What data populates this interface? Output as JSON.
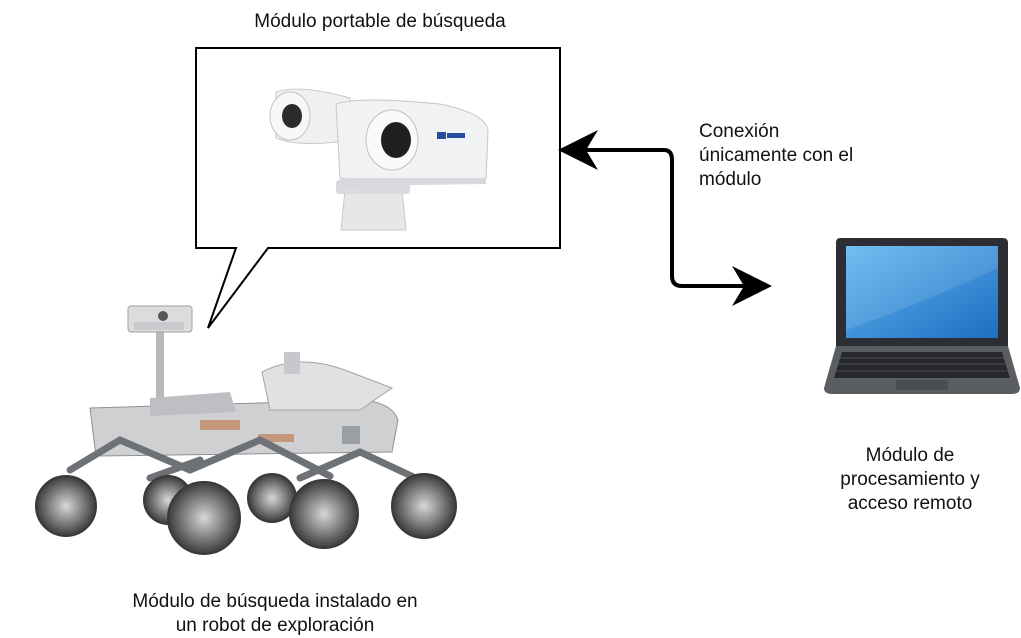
{
  "labels": {
    "portable_module": "Módulo portable de búsqueda",
    "connection_lines": [
      "Conexión",
      "únicamente con el",
      "módulo"
    ],
    "processing_lines": [
      "Módulo de",
      "procesamiento y",
      "acceso remoto"
    ],
    "robot_lines": [
      "Módulo de búsqueda instalado en",
      "un robot de exploración"
    ]
  },
  "colors": {
    "stroke": "#000000",
    "camera_body": "#eceef0",
    "laptop_screen": "#2f8fe0",
    "laptop_body": "#3a3d42"
  },
  "icons": {
    "camera": "thermal-camera-image",
    "robot": "rover-robot-image",
    "laptop": "laptop-image",
    "brand_mark": "flir"
  }
}
